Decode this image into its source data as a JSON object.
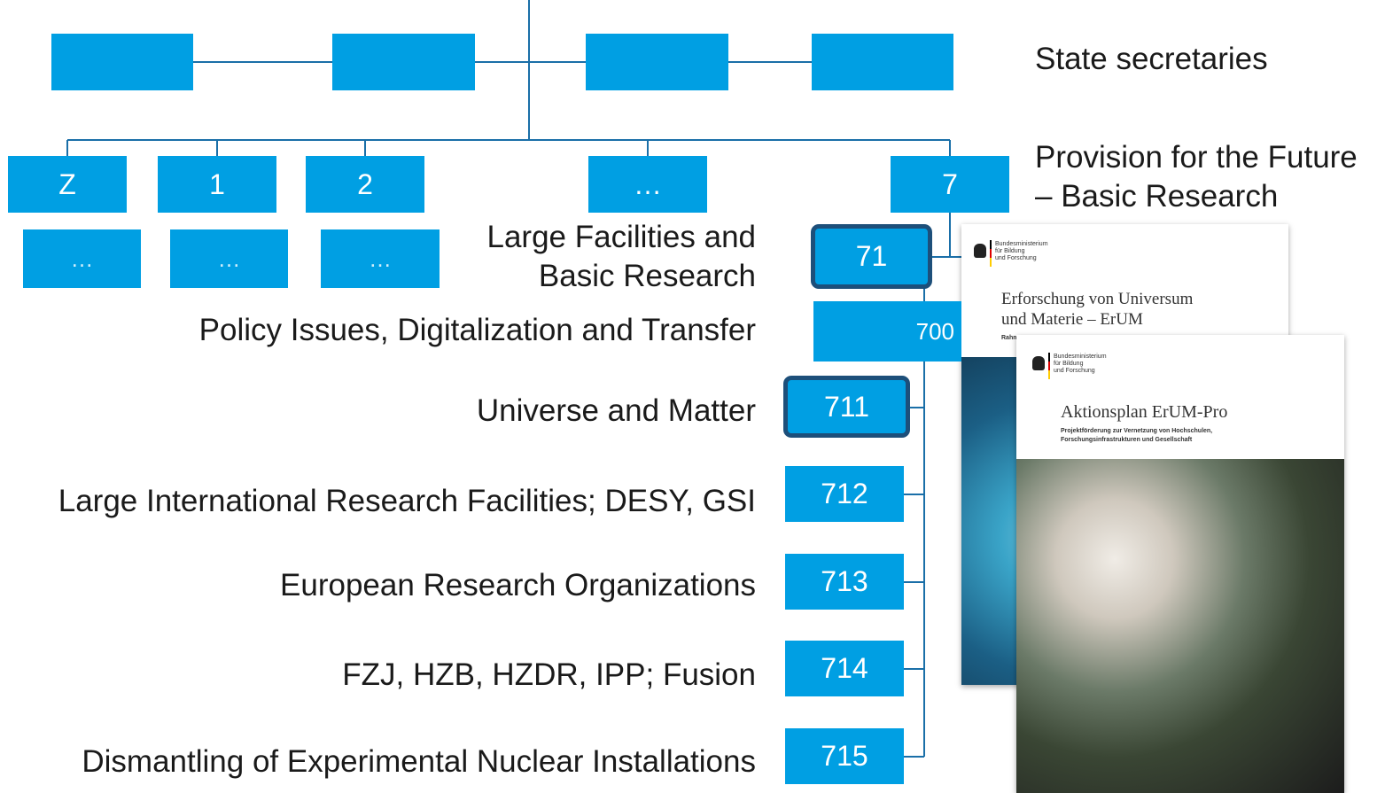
{
  "top_row": {
    "label": "State secretaries"
  },
  "departments": [
    {
      "id": "Z",
      "sub": "…"
    },
    {
      "id": "1",
      "sub": "…"
    },
    {
      "id": "2",
      "sub": "…"
    },
    {
      "id": "…"
    },
    {
      "id": "7",
      "label": "Provision for the Future – Basic Research"
    }
  ],
  "subdepartment": {
    "id": "71",
    "label_line1": "Large Facilities and",
    "label_line2": "Basic Research"
  },
  "units": [
    {
      "id": "700",
      "label": "Policy Issues, Digitalization and Transfer"
    },
    {
      "id": "711",
      "label": "Universe and Matter"
    },
    {
      "id": "712",
      "label": "Large International Research Facilities; DESY, GSI"
    },
    {
      "id": "713",
      "label": "European Research Organizations"
    },
    {
      "id": "714",
      "label": "FZJ, HZB, HZDR, IPP; Fusion"
    },
    {
      "id": "715",
      "label": "Dismantling of Experimental Nuclear Installations"
    }
  ],
  "covers": [
    {
      "ministry": "Bundesministerium\nfür Bildung\nund Forschung",
      "title_line1": "Erforschung von Universum",
      "title_line2": "und Materie – ErUM",
      "subtitle": "Rahm"
    },
    {
      "ministry": "Bundesministerium\nfür Bildung\nund Forschung",
      "title_line1": "Aktionsplan ErUM-Pro",
      "subtitle_line1": "Projektförderung zur Vernetzung von Hochschulen,",
      "subtitle_line2": "Forschungsinfrastrukturen und Gesellschaft"
    }
  ],
  "colors": {
    "box": "#009fe3",
    "highlight_border": "#1d4f7a",
    "connector": "#1a6fa8"
  }
}
